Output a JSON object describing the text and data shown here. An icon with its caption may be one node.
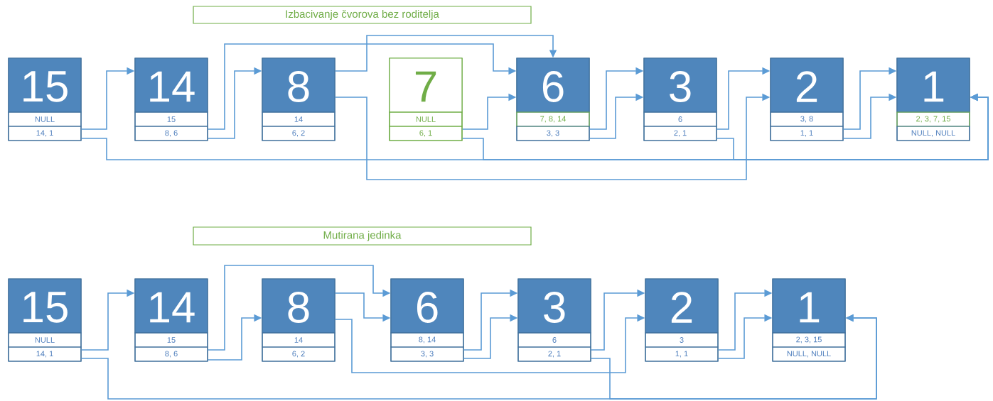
{
  "diagram": {
    "nodes": [
      {
        "text": [
          "Izbacivanje čvorova bez roditelja"
        ]
      },
      {
        "text": [
          "15",
          "NULL",
          "14, 1"
        ]
      },
      {
        "text": [
          "14",
          "15",
          "8, 6"
        ]
      },
      {
        "text": [
          "8",
          "14",
          "6, 2"
        ]
      },
      {
        "text": [
          "7",
          "NULL",
          "6, 1"
        ]
      },
      {
        "text": [
          "6",
          "7, 8, 14",
          "3, 3"
        ]
      },
      {
        "text": [
          "3",
          "6",
          "2, 1"
        ]
      },
      {
        "text": [
          "2",
          "3, 8",
          "1, 1"
        ]
      },
      {
        "text": [
          "1",
          "2, 3, 7, 15",
          "NULL, NULL"
        ]
      },
      {
        "text": [
          "Mutirana jedinka"
        ]
      },
      {
        "text": [
          "15",
          "NULL",
          "14, 1"
        ]
      },
      {
        "text": [
          "14",
          "15",
          "8, 6"
        ]
      },
      {
        "text": [
          "8",
          "14",
          "6, 2"
        ]
      },
      {
        "text": [
          "6",
          "8, 14",
          "3, 3"
        ]
      },
      {
        "text": [
          "3",
          "6",
          "2, 1"
        ]
      },
      {
        "text": [
          "2",
          "3",
          "1, 1"
        ]
      },
      {
        "text": [
          "1",
          "2, 3, 15",
          "NULL, NULL"
        ]
      }
    ],
    "edges": [
      {
        "from": 1,
        "to": 2,
        "arrow": "to"
      },
      {
        "from": 1,
        "to": 8,
        "arrow": "to"
      },
      {
        "from": 2,
        "to": 3,
        "arrow": "to"
      },
      {
        "from": 2,
        "to": 5,
        "arrow": "to"
      },
      {
        "from": 3,
        "to": 5,
        "arrow": "to"
      },
      {
        "from": 3,
        "to": 7,
        "arrow": "to"
      },
      {
        "from": 4,
        "to": 5,
        "arrow": "to"
      },
      {
        "from": 4,
        "to": 8,
        "arrow": "to"
      },
      {
        "from": 5,
        "to": 6,
        "arrow": "to"
      },
      {
        "from": 5,
        "to": 6,
        "arrow": "to"
      },
      {
        "from": 6,
        "to": 7,
        "arrow": "to"
      },
      {
        "from": 6,
        "to": 8,
        "arrow": "to"
      },
      {
        "from": 7,
        "to": 8,
        "arrow": "to"
      },
      {
        "from": 7,
        "to": 8,
        "arrow": "to"
      },
      {
        "from": 10,
        "to": 11,
        "arrow": "to"
      },
      {
        "from": 10,
        "to": 16,
        "arrow": "to"
      },
      {
        "from": 11,
        "to": 12,
        "arrow": "to"
      },
      {
        "from": 11,
        "to": 13,
        "arrow": "to"
      },
      {
        "from": 12,
        "to": 13,
        "arrow": "to"
      },
      {
        "from": 12,
        "to": 15,
        "arrow": "to"
      },
      {
        "from": 13,
        "to": 14,
        "arrow": "to"
      },
      {
        "from": 13,
        "to": 14,
        "arrow": "to"
      },
      {
        "from": 14,
        "to": 15,
        "arrow": "to"
      },
      {
        "from": 14,
        "to": 16,
        "arrow": "to"
      },
      {
        "from": 15,
        "to": 16,
        "arrow": "to"
      },
      {
        "from": 15,
        "to": 16,
        "arrow": "to"
      }
    ]
  }
}
